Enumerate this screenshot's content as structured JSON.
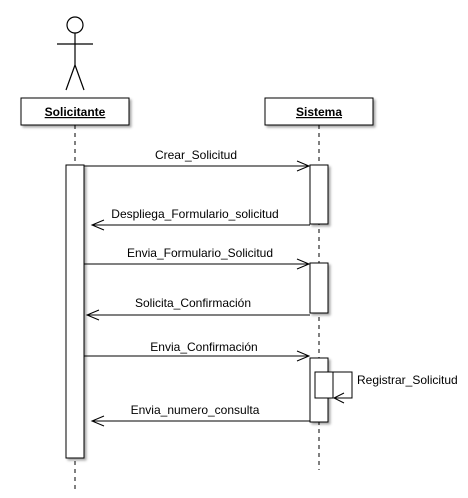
{
  "participants": {
    "left": {
      "name": "Solicitante"
    },
    "right": {
      "name": "Sistema"
    }
  },
  "messages": [
    {
      "label": "Crear_Solicitud",
      "direction": "right"
    },
    {
      "label": "Despliega_Formulario_solicitud",
      "direction": "left"
    },
    {
      "label": "Envia_Formulario_Solicitud",
      "direction": "right"
    },
    {
      "label": "Solicita_Confirmación",
      "direction": "left"
    },
    {
      "label": "Envia_Confirmación",
      "direction": "right"
    },
    {
      "label": "Registrar_Solicitud",
      "direction": "self"
    },
    {
      "label": "Envia_numero_consulta",
      "direction": "left"
    }
  ]
}
